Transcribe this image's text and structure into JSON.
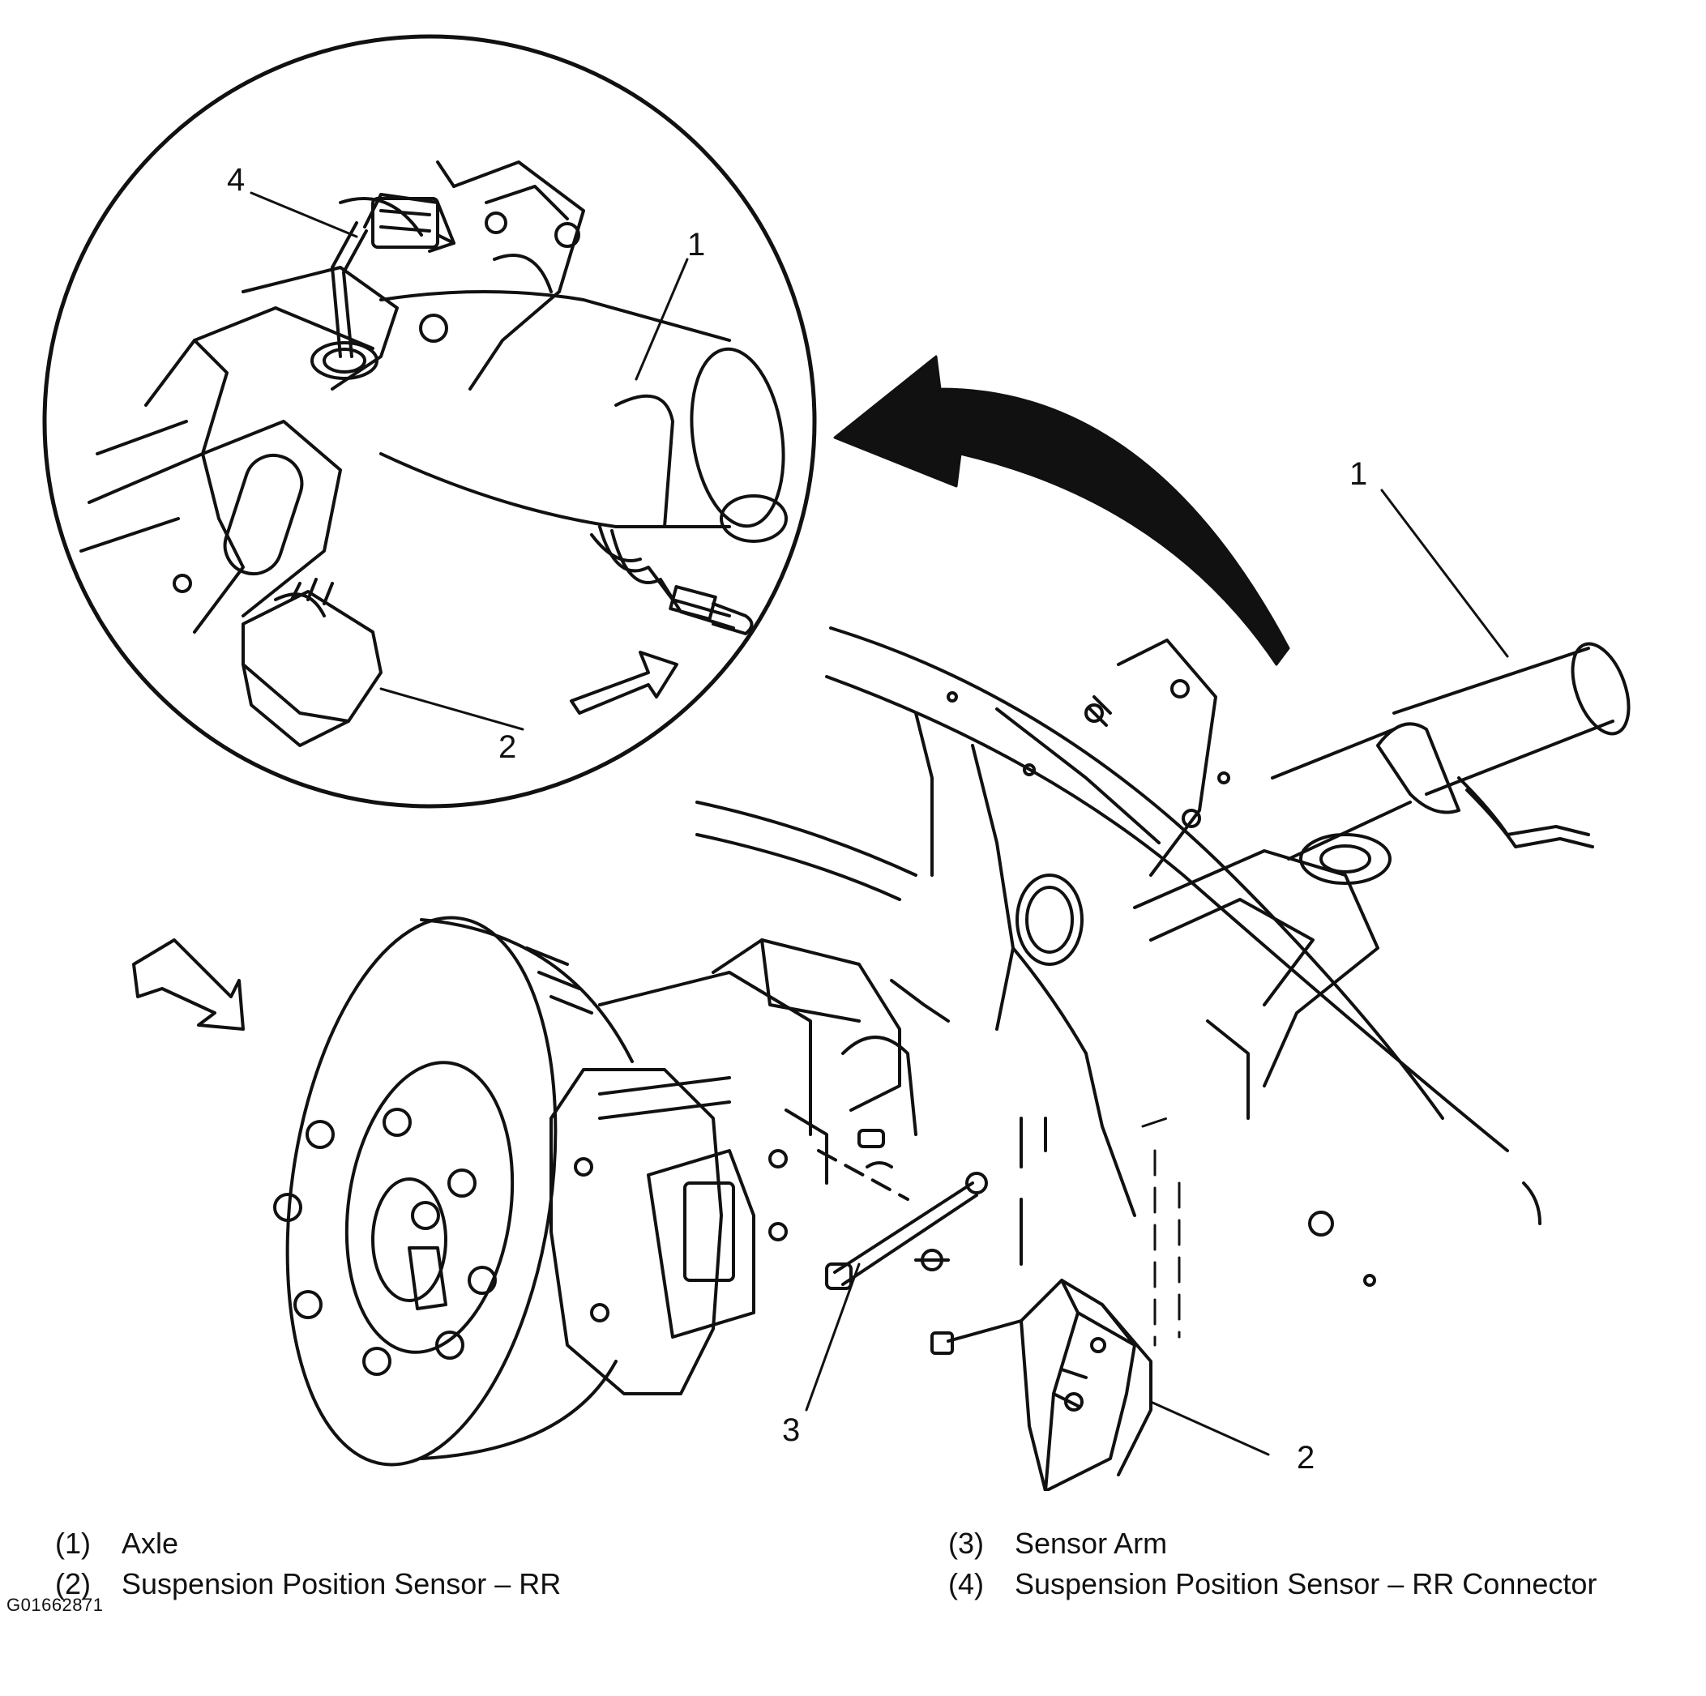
{
  "callouts": {
    "inset_axle": "1",
    "inset_sensor": "2",
    "inset_connector": "4",
    "main_axle": "1",
    "main_sensor_arm": "3",
    "main_sensor": "2"
  },
  "legend": [
    {
      "num": "(1)",
      "text": "Axle"
    },
    {
      "num": "(2)",
      "text": "Suspension Position Sensor – RR"
    },
    {
      "num": "(3)",
      "text": "Sensor Arm"
    },
    {
      "num": "(4)",
      "text": "Suspension Position Sensor – RR Connector"
    }
  ],
  "figure_id": "G01662871"
}
